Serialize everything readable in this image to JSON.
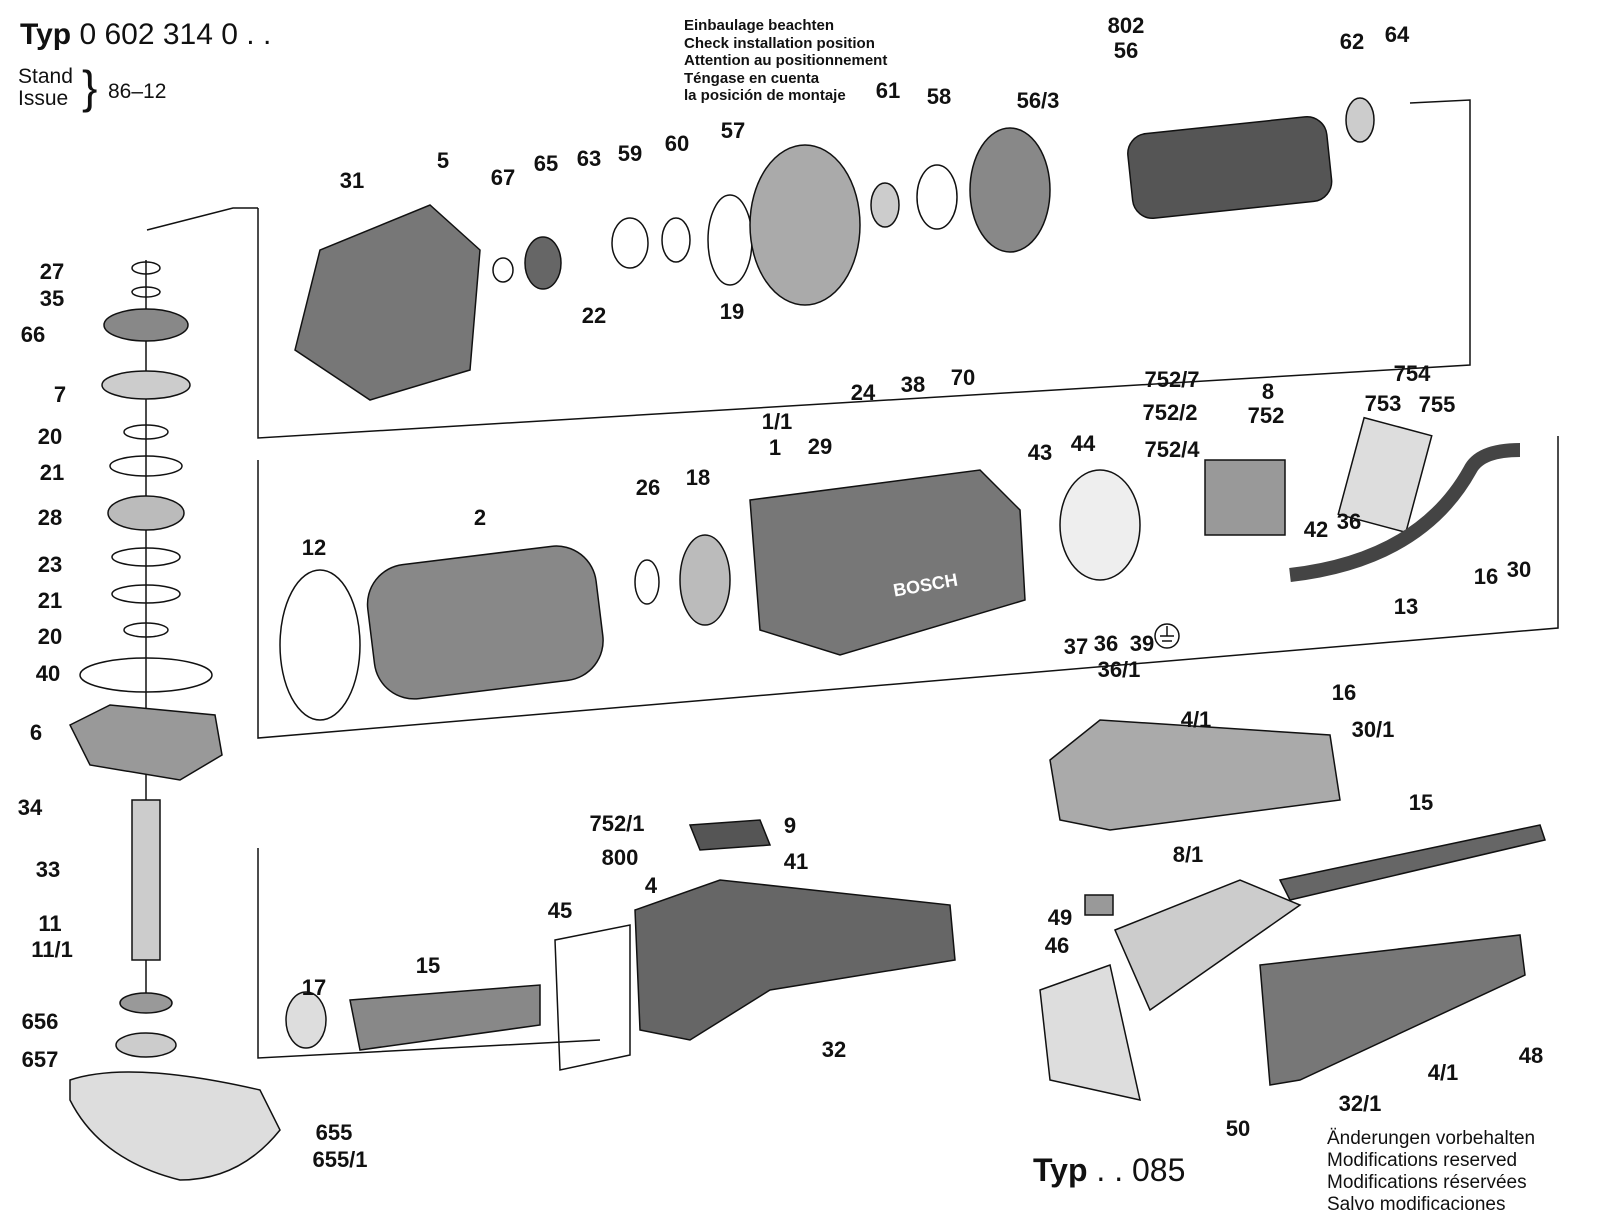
{
  "header": {
    "typ_prefix": "Typ",
    "typ_number": "0 602 314 0 . .",
    "stand_label": "Stand",
    "issue_label": "Issue",
    "issue_value": "86–12"
  },
  "install_note": [
    "Einbaulage beachten",
    "Check installation position",
    "Attention au positionnement",
    "Téngase en cuenta",
    "la posición de montaje"
  ],
  "variant": {
    "prefix": "Typ",
    "number": ". . 085"
  },
  "modifications_note": [
    "Änderungen vorbehalten",
    "Modifications reserved",
    "Modifications réservées",
    "Salvo modificaciones"
  ],
  "part_labels": [
    "31",
    "5",
    "67",
    "65",
    "63",
    "59",
    "60",
    "57",
    "61",
    "58",
    "56/3",
    "802",
    "56",
    "62",
    "64",
    "22",
    "19",
    "27",
    "35",
    "66",
    "7",
    "20",
    "21",
    "28",
    "23",
    "21",
    "20",
    "40",
    "6",
    "34",
    "33",
    "11",
    "11/1",
    "656",
    "657",
    "655",
    "655/1",
    "24",
    "38",
    "70",
    "1/1",
    "1",
    "29",
    "26",
    "18",
    "2",
    "12",
    "43",
    "44",
    "752/7",
    "752/2",
    "752/4",
    "8",
    "752",
    "754",
    "753",
    "755",
    "42",
    "36",
    "16",
    "30",
    "13",
    "37",
    "36",
    "39",
    "36/1",
    "4/1",
    "16",
    "30/1",
    "15",
    "8/1",
    "49",
    "46",
    "48",
    "4/1",
    "32/1",
    "50",
    "752/1",
    "9",
    "800",
    "4",
    "41",
    "45",
    "15",
    "17",
    "32"
  ],
  "housing_brand": "BOSCH",
  "ground_symbol": "earth-ground-icon"
}
